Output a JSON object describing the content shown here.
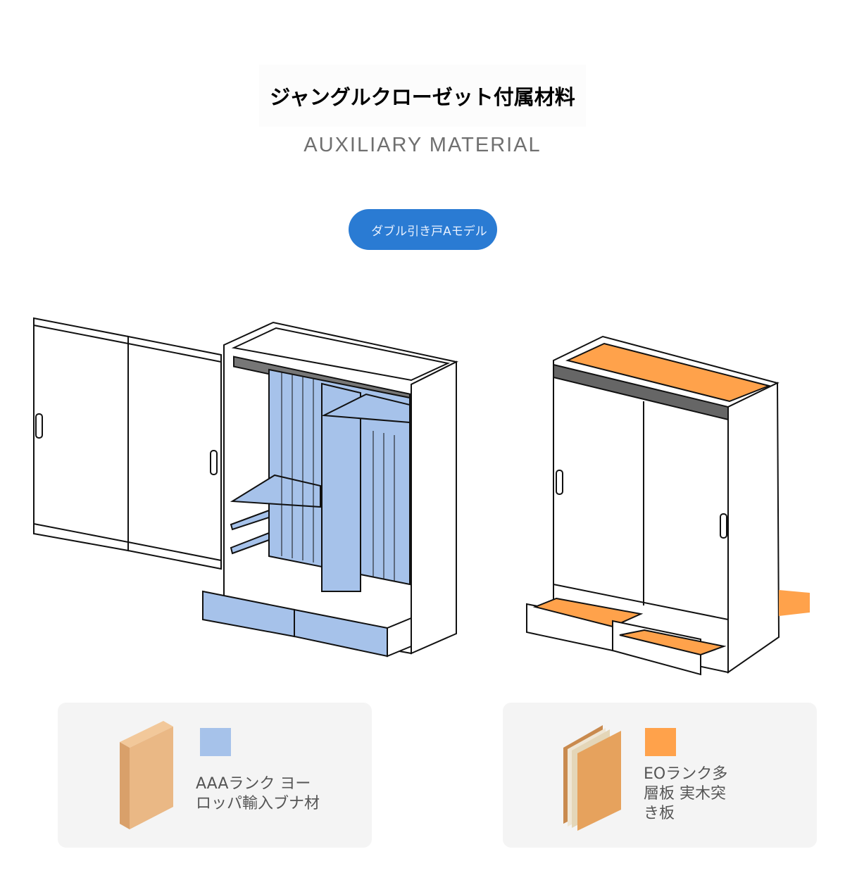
{
  "header": {
    "title": "ジャングルクローゼット付属材料",
    "subtitle": "AUXILIARY MATERIAL"
  },
  "model_button": {
    "label": "ダブル引き戸Aモデル"
  },
  "materials": [
    {
      "label": "AAAランク ヨー\nロッパ輸入ブナ材",
      "color": "#a6c2ea"
    },
    {
      "label": "EOランク多\n層板 実木突\nき板",
      "color": "#ffa24b"
    }
  ]
}
